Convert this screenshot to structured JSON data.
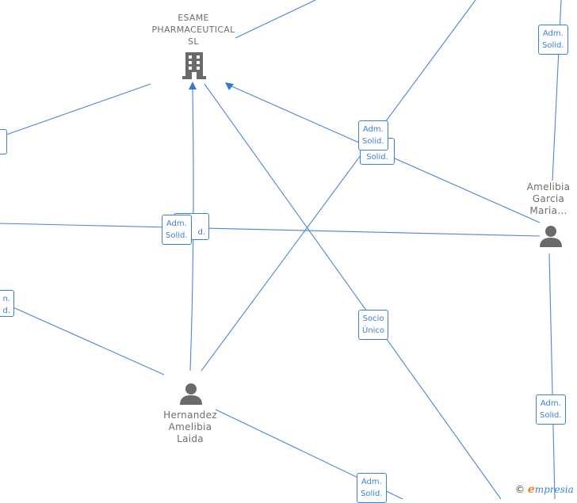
{
  "company": {
    "name": "ESAME\nPHARMACEUTICAL\nSL",
    "icon": "building-icon"
  },
  "persons": [
    {
      "id": "amelibia",
      "name": "Amelibia\nGarcia\nMaria...",
      "icon": "person-icon"
    },
    {
      "id": "hernandez",
      "name": "Hernandez\nAmelibia\nLaida",
      "icon": "person-icon"
    }
  ],
  "relations": {
    "adm_solid": "Adm.\nSolid.",
    "socio_unico": "Socio\nÚnico",
    "solid": "Solid.",
    "adm_partial": "Adm.",
    "solid_partial": "Solid.",
    "solid_dot": "d.",
    "n_dot": "n.",
    "d_dot": "d."
  },
  "footer": {
    "copyright_symbol": "©",
    "brand_e": "e",
    "brand_rest": "mpresia"
  },
  "colors": {
    "edge": "#4a86d6",
    "label_border": "#3f7fd6",
    "text": "#6e6e6e",
    "icon": "#6a6a6a"
  }
}
